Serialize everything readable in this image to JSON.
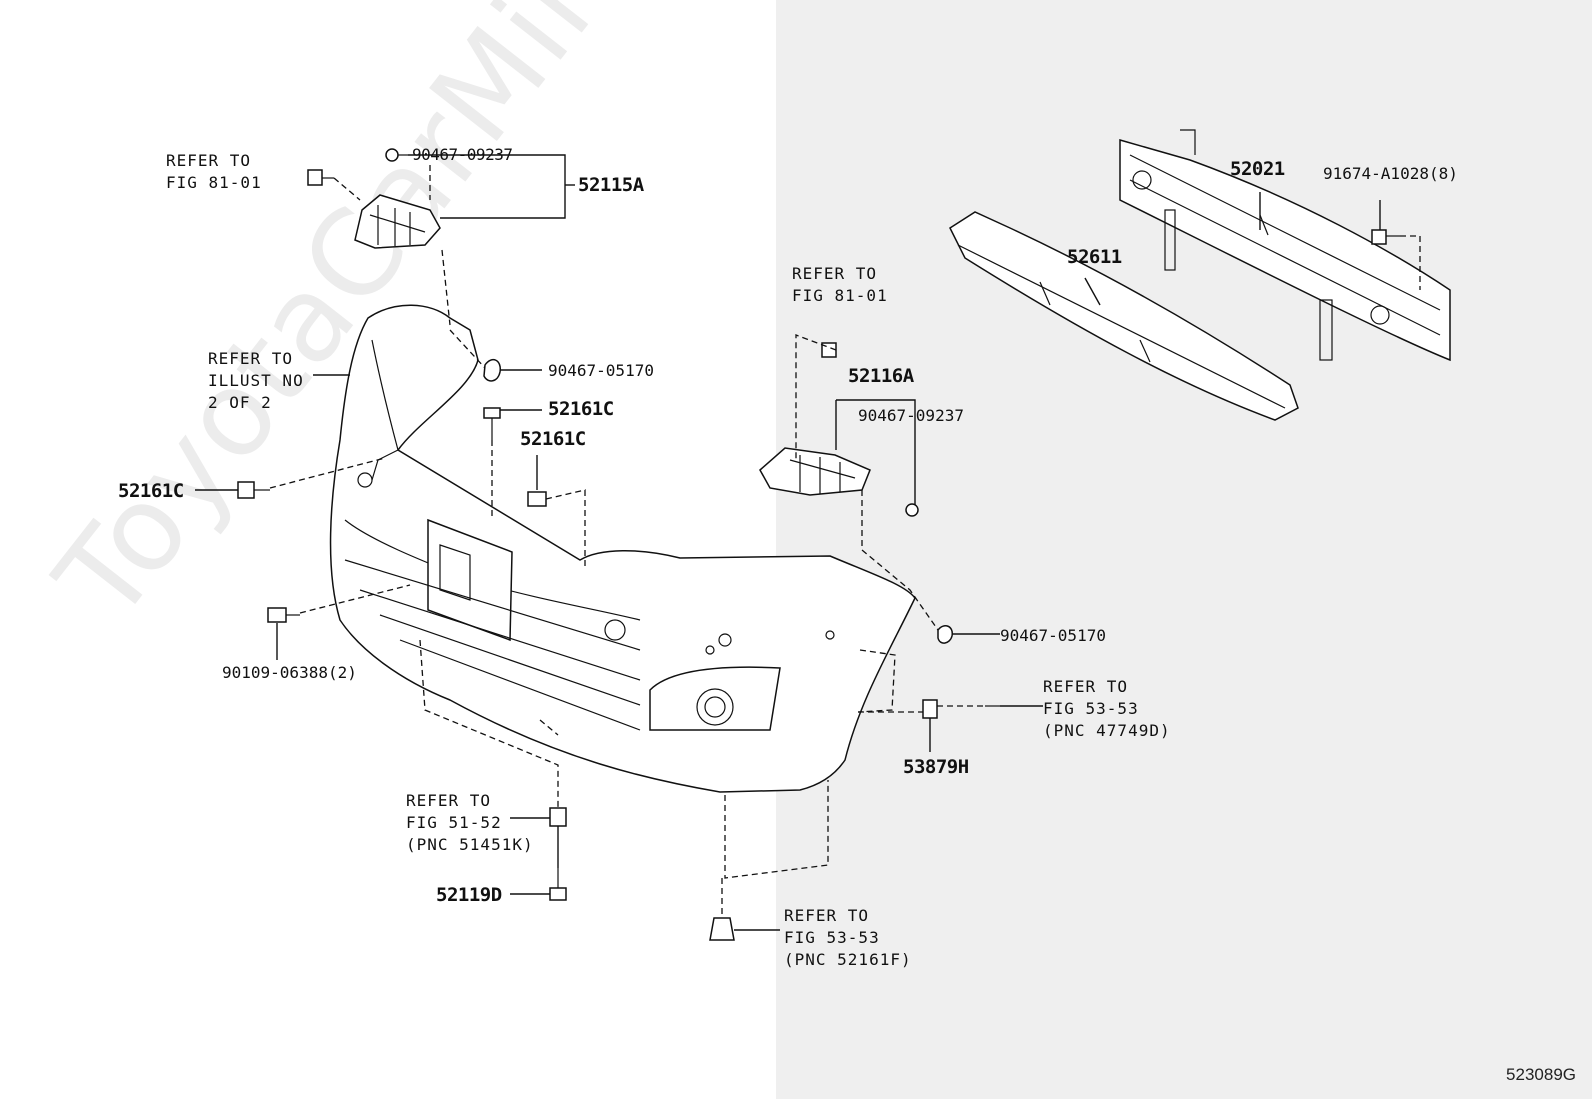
{
  "watermark": "ToyotaCarMine.ru",
  "figure_code": "523089G",
  "labels": {
    "refer_81_01_left": "REFER TO\nFIG 81-01",
    "p_90467_09237_top": "90467-09237",
    "p_52115A": "52115A",
    "refer_illust": "REFER TO\nILLUST NO\n2 OF 2",
    "p_90467_05170_top": "90467-05170",
    "p_52161C_a": "52161C",
    "p_52161C_b": "52161C",
    "p_52161C_left": "52161C",
    "p_90109_06388": "90109-06388(2)",
    "refer_51_52": "REFER TO\nFIG 51-52\n(PNC 51451K)",
    "p_52119D": "52119D",
    "refer_53_53_bottom": "REFER TO\nFIG 53-53\n(PNC 52161F)",
    "refer_81_01_mid": "REFER TO\nFIG 81-01",
    "p_52116A": "52116A",
    "p_90467_09237_mid": "90467-09237",
    "p_90467_05170_mid": "90467-05170",
    "refer_53_53_right": "REFER TO\nFIG 53-53\n(PNC 47749D)",
    "p_53879H": "53879H",
    "p_52021": "52021",
    "p_91674_A1028": "91674-A1028(8)",
    "p_52611": "52611"
  }
}
